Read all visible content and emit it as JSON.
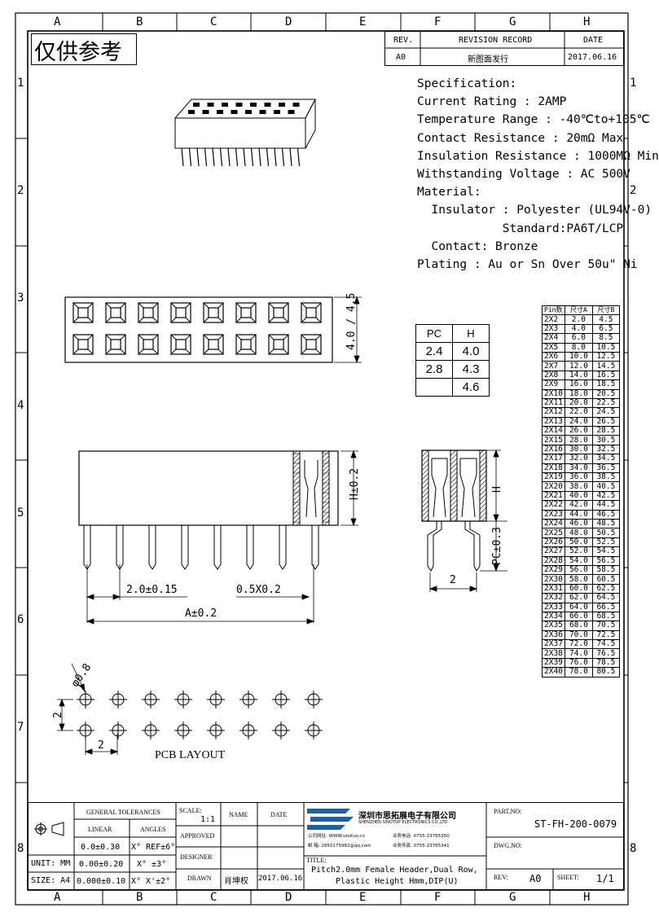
{
  "grid": {
    "cols": [
      "A",
      "B",
      "C",
      "D",
      "E",
      "F",
      "G",
      "H"
    ],
    "rows": [
      "1",
      "2",
      "3",
      "4",
      "5",
      "6",
      "7",
      "8"
    ]
  },
  "stamp": "仅供参考",
  "revision": {
    "rev_label": "REV.",
    "record_label": "REVISION RECORD",
    "date_label": "DATE",
    "rev": "A0",
    "record": "新图面发行",
    "date": "2017.06.16"
  },
  "spec": {
    "title": "Specification:",
    "current": "Current Rating : 2AMP",
    "temperature": "Temperature Range : -40℃to+105℃",
    "contact_res": "Contact Resistance : 20mΩ Max",
    "insulation_res": "Insulation Resistance : 1000MΩ Min",
    "voltage": "Withstanding Voltage : AC 500V",
    "material": "Material:",
    "insulator": "  Insulator : Polyester (UL94V-0)",
    "standard": "            Standard:PA6T/LCP",
    "contact": "  Contact: Bronze",
    "plating": "Plating : Au or Sn Over 50u\" Ni"
  },
  "dims": {
    "width": "4.0 / 4.5",
    "height": "H±0.2",
    "pitch": "2.0±0.15",
    "pin": "0.5X0.2",
    "length": "A±0.2",
    "side_h": "H",
    "side_pc": "PC±0.3",
    "side_pitch": "2",
    "hole": "φ0.8",
    "pcb_v": "2",
    "pcb_h": "2",
    "pcb_label": "PCB LAYOUT"
  },
  "pc_table": {
    "headers": [
      "PC",
      "H"
    ],
    "rows": [
      [
        "2.4",
        "4.0"
      ],
      [
        "2.8",
        "4.3"
      ],
      [
        "",
        "4.6"
      ]
    ]
  },
  "pin_table": {
    "headers": [
      "Pin数",
      "尺寸A",
      "尺寸B"
    ],
    "rows": [
      [
        "2X2",
        "2.0",
        "4.5"
      ],
      [
        "2X3",
        "4.0",
        "6.5"
      ],
      [
        "2X4",
        "6.0",
        "8.5"
      ],
      [
        "2X5",
        "8.0",
        "10.5"
      ],
      [
        "2X6",
        "10.0",
        "12.5"
      ],
      [
        "2X7",
        "12.0",
        "14.5"
      ],
      [
        "2X8",
        "14.0",
        "16.5"
      ],
      [
        "2X9",
        "16.0",
        "18.5"
      ],
      [
        "2X10",
        "18.0",
        "20.5"
      ],
      [
        "2X11",
        "20.0",
        "22.5"
      ],
      [
        "2X12",
        "22.0",
        "24.5"
      ],
      [
        "2X13",
        "24.0",
        "26.5"
      ],
      [
        "2X14",
        "26.0",
        "28.5"
      ],
      [
        "2X15",
        "28.0",
        "30.5"
      ],
      [
        "2X16",
        "30.0",
        "32.5"
      ],
      [
        "2X17",
        "32.0",
        "34.5"
      ],
      [
        "2X18",
        "34.0",
        "36.5"
      ],
      [
        "2X19",
        "36.0",
        "38.5"
      ],
      [
        "2X20",
        "38.0",
        "40.5"
      ],
      [
        "2X21",
        "40.0",
        "42.5"
      ],
      [
        "2X22",
        "42.0",
        "44.5"
      ],
      [
        "2X23",
        "44.0",
        "46.5"
      ],
      [
        "2X24",
        "46.0",
        "48.5"
      ],
      [
        "2X25",
        "48.0",
        "50.5"
      ],
      [
        "2X26",
        "50.0",
        "52.5"
      ],
      [
        "2X27",
        "52.0",
        "54.5"
      ],
      [
        "2X28",
        "54.0",
        "56.5"
      ],
      [
        "2X29",
        "56.0",
        "58.5"
      ],
      [
        "2X30",
        "58.0",
        "60.5"
      ],
      [
        "2X31",
        "60.0",
        "62.5"
      ],
      [
        "2X32",
        "62.0",
        "64.5"
      ],
      [
        "2X33",
        "64.0",
        "66.5"
      ],
      [
        "2X34",
        "66.0",
        "68.5"
      ],
      [
        "2X35",
        "68.0",
        "70.5"
      ],
      [
        "2X36",
        "70.0",
        "72.5"
      ],
      [
        "2X37",
        "72.0",
        "74.5"
      ],
      [
        "2X38",
        "74.0",
        "76.5"
      ],
      [
        "2X39",
        "76.0",
        "78.5"
      ],
      [
        "2X40",
        "78.0",
        "80.5"
      ]
    ]
  },
  "title_block": {
    "general_tol": "GENERAL TOLERANCES",
    "linear": "LINEAR",
    "angles": "ANGLES",
    "lin1": "0.0±0.30",
    "ang1": "X° REF±6°",
    "lin2": "0.00±0.20",
    "ang2": "X° ±3°",
    "lin3": "0.000±0.10",
    "ang3": "X° X'±2°",
    "unit": "UNIT: MM",
    "size": "SIZE: A4",
    "scale_label": "SCALE:",
    "scale": "1:1",
    "name_label": "NAME",
    "date_label": "DATE",
    "approved": "APPROVED",
    "designer": "DESIGNER",
    "drawn": "DRAWN",
    "drawn_name": "肖坤权",
    "drawn_date": "2017.06.16",
    "company_cn": "深圳市思拓展电子有限公司",
    "company_en": "SHENZHEN SINOTOP ELECTRONICS CO.,LTD",
    "contact1a": "公司网址: WWW.szsitus.cn",
    "contact1b": "业务电话: 0755-23765350",
    "contact2a": "邮 箱: 2850175982@qq.com",
    "contact2b": "业务传真: 0755-23765341",
    "title_label": "TITLE:",
    "title_line1": "Pitch2.0mm Female Header,Dual Row,",
    "title_line2": "Plastic Height Hmm,DIP(U)",
    "part_label": "PART.NO:",
    "part_no": "ST-FH-200-0079",
    "dwg_label": "DWG.NO:",
    "rev_label": "REV:",
    "rev": "A0",
    "sheet_label": "SHEET:",
    "sheet": "1/1"
  }
}
